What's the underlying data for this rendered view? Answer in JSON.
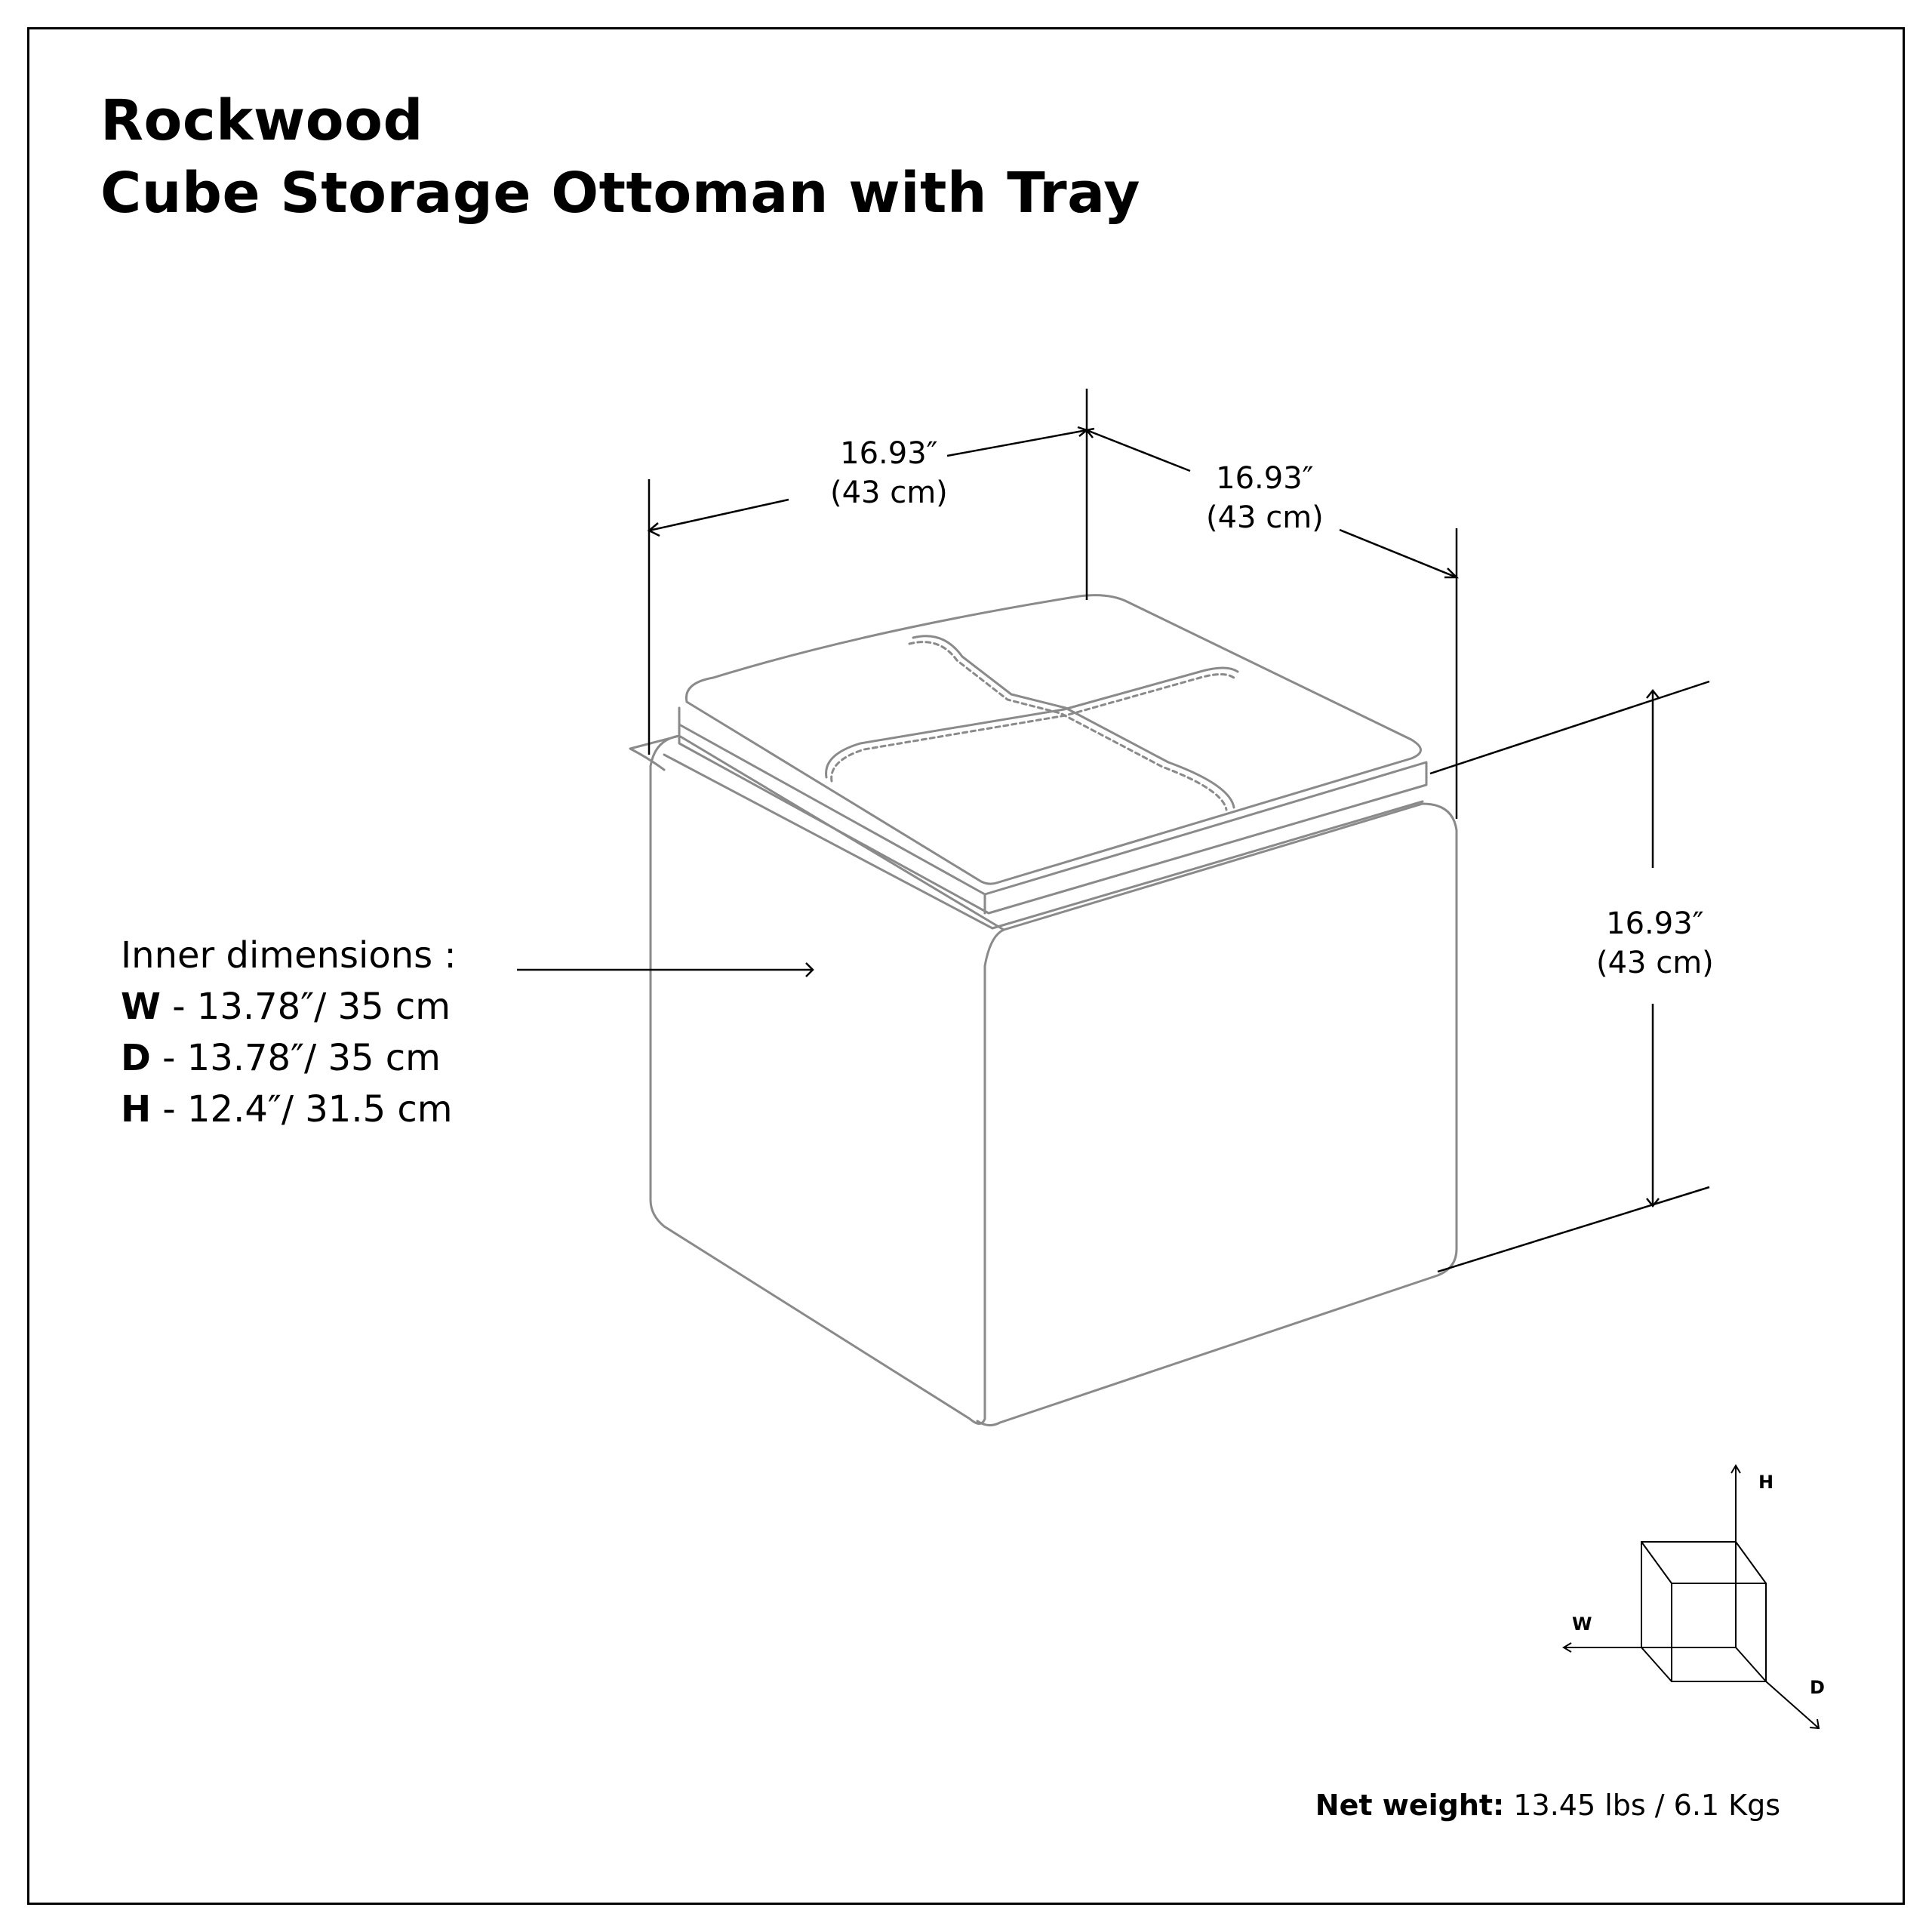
{
  "title": {
    "line1": "Rockwood",
    "line2": "Cube Storage Ottoman with Tray"
  },
  "dimensions": {
    "width": {
      "inches": "16.93″",
      "cm": "(43 cm)"
    },
    "depth": {
      "inches": "16.93″",
      "cm": "(43 cm)"
    },
    "height": {
      "inches": "16.93″",
      "cm": "(43 cm)"
    }
  },
  "inner_dimensions": {
    "heading": "Inner dimensions :",
    "w_key": "W",
    "w_value": " - 13.78″/ 35 cm",
    "d_key": "D",
    "d_value": " - 13.78″/ 35 cm",
    "h_key": "H",
    "h_value": " - 12.4″/ 31.5 cm"
  },
  "axis_legend": {
    "h": "H",
    "w": "W",
    "d": "D"
  },
  "net_weight": {
    "label": "Net weight:",
    "value": " 13.45 lbs / 6.1 Kgs"
  }
}
